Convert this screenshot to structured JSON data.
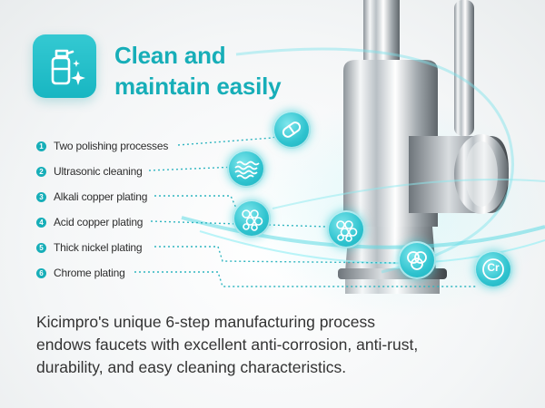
{
  "header": {
    "title_line1": "Clean and",
    "title_line2": "maintain easily",
    "icon": "clean-spray-sparkle-icon"
  },
  "steps": [
    {
      "num": "1",
      "label": "Two polishing processes",
      "icon": "pill-capsule-icon"
    },
    {
      "num": "2",
      "label": "Ultrasonic cleaning",
      "icon": "wave-lines-icon"
    },
    {
      "num": "3",
      "label": "Alkali copper plating",
      "icon": "hexagon-cluster-icon"
    },
    {
      "num": "4",
      "label": "Acid copper plating",
      "icon": "hexagon-cluster-icon"
    },
    {
      "num": "5",
      "label": "Thick nickel plating",
      "icon": "overlapping-circles-icon"
    },
    {
      "num": "6",
      "label": "Chrome plating",
      "icon": "cr-element-icon"
    }
  ],
  "bubbles": {
    "cr_text": "Cr"
  },
  "description": {
    "line1": "Kicimpro's unique 6-step manufacturing process",
    "line2": "endows faucets with excellent anti-corrosion, anti-rust,",
    "line3": "durability, and easy cleaning characteristics."
  },
  "colors": {
    "accent": "#17aeb8",
    "text": "#333333"
  }
}
